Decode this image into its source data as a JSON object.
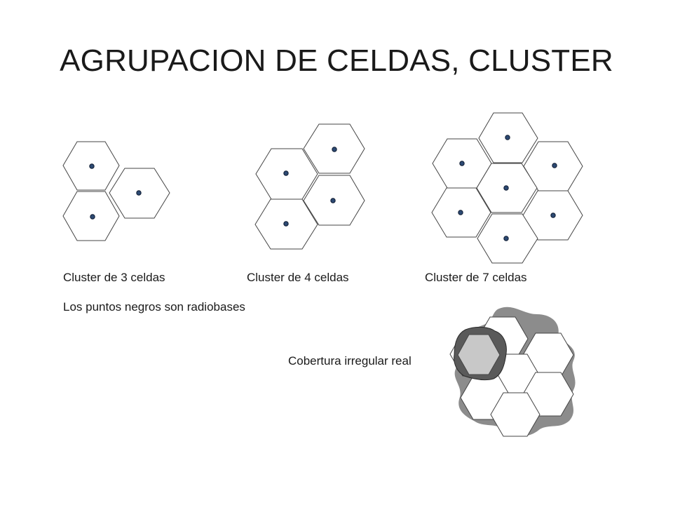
{
  "title": "AGRUPACION DE CELDAS, CLUSTER",
  "clusters": [
    {
      "label": "Cluster de 3 celdas",
      "cells": 3
    },
    {
      "label": "Cluster de 4 celdas",
      "cells": 4
    },
    {
      "label": "Cluster de 7 celdas",
      "cells": 7
    }
  ],
  "note": "Los puntos negros son radiobases",
  "coverage_label": "Cobertura irregular real",
  "colors": {
    "hex_stroke": "#444444",
    "dot_fill": "#2d4a73",
    "coverage_outer": "#8c8c8c",
    "coverage_dark": "#5a5a5a",
    "coverage_fill": "#c8c8c8"
  }
}
